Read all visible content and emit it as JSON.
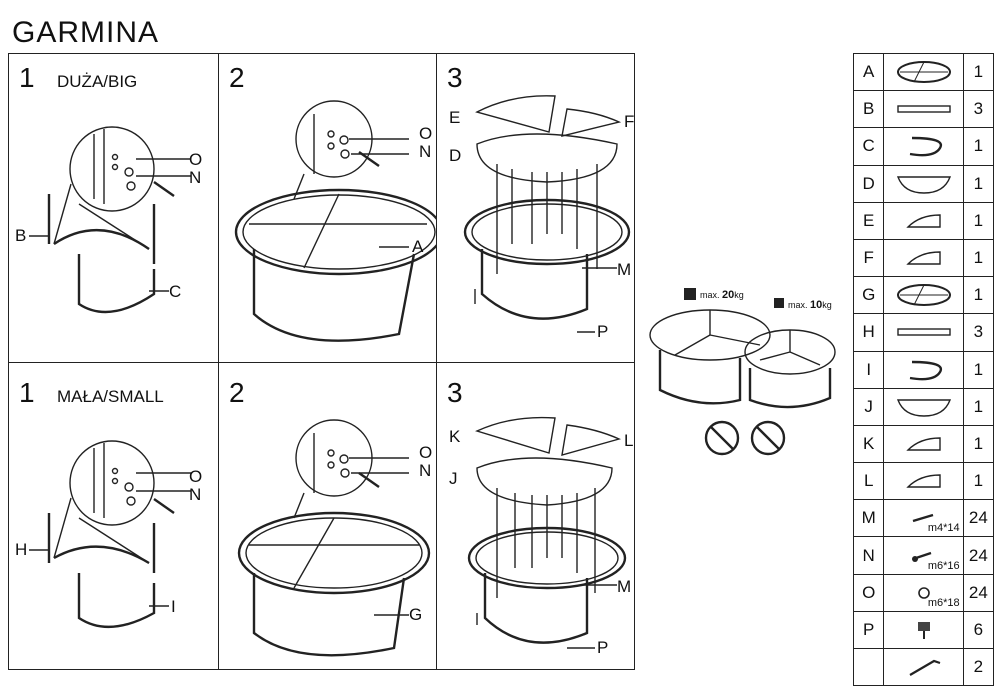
{
  "title": "GARMINA",
  "steps": {
    "big": [
      {
        "num": "1",
        "label": "DUŻA/BIG",
        "callouts": [
          "O",
          "N",
          "B",
          "C"
        ]
      },
      {
        "num": "2",
        "callouts": [
          "O",
          "N",
          "A"
        ]
      },
      {
        "num": "3",
        "callouts": [
          "E",
          "F",
          "D",
          "M",
          "P"
        ]
      }
    ],
    "small": [
      {
        "num": "1",
        "label": "MAŁA/SMALL",
        "callouts": [
          "O",
          "N",
          "H",
          "I"
        ]
      },
      {
        "num": "2",
        "callouts": [
          "O",
          "N",
          "G"
        ]
      },
      {
        "num": "3",
        "callouts": [
          "K",
          "L",
          "J",
          "M",
          "P"
        ]
      }
    ]
  },
  "overview": {
    "big_max": "max.",
    "big_weight": "20",
    "big_unit": "kg",
    "small_max": "max.",
    "small_weight": "10",
    "small_unit": "kg",
    "warning_icons": [
      "no-climb-icon",
      "no-sit-icon"
    ]
  },
  "parts": [
    {
      "letter": "A",
      "qty": "1",
      "icon": "round-frame-icon"
    },
    {
      "letter": "B",
      "qty": "3",
      "icon": "bar-icon"
    },
    {
      "letter": "C",
      "qty": "1",
      "icon": "curved-leg-icon"
    },
    {
      "letter": "D",
      "qty": "1",
      "icon": "half-top-icon"
    },
    {
      "letter": "E",
      "qty": "1",
      "icon": "quarter-top-icon"
    },
    {
      "letter": "F",
      "qty": "1",
      "icon": "quarter-top-icon"
    },
    {
      "letter": "G",
      "qty": "1",
      "icon": "round-frame-icon"
    },
    {
      "letter": "H",
      "qty": "3",
      "icon": "bar-icon"
    },
    {
      "letter": "I",
      "qty": "1",
      "icon": "curved-leg-icon"
    },
    {
      "letter": "J",
      "qty": "1",
      "icon": "half-top-icon"
    },
    {
      "letter": "K",
      "qty": "1",
      "icon": "quarter-top-icon"
    },
    {
      "letter": "L",
      "qty": "1",
      "icon": "quarter-top-icon"
    },
    {
      "letter": "M",
      "qty": "24",
      "icon": "screw-icon",
      "spec": "m4*14"
    },
    {
      "letter": "N",
      "qty": "24",
      "icon": "bolt-icon",
      "spec": "m6*16"
    },
    {
      "letter": "O",
      "qty": "24",
      "icon": "washer-icon",
      "spec": "m6*18"
    },
    {
      "letter": "P",
      "qty": "6",
      "icon": "foot-icon"
    },
    {
      "letter": "",
      "qty": "2",
      "icon": "allen-key-icon"
    }
  ]
}
